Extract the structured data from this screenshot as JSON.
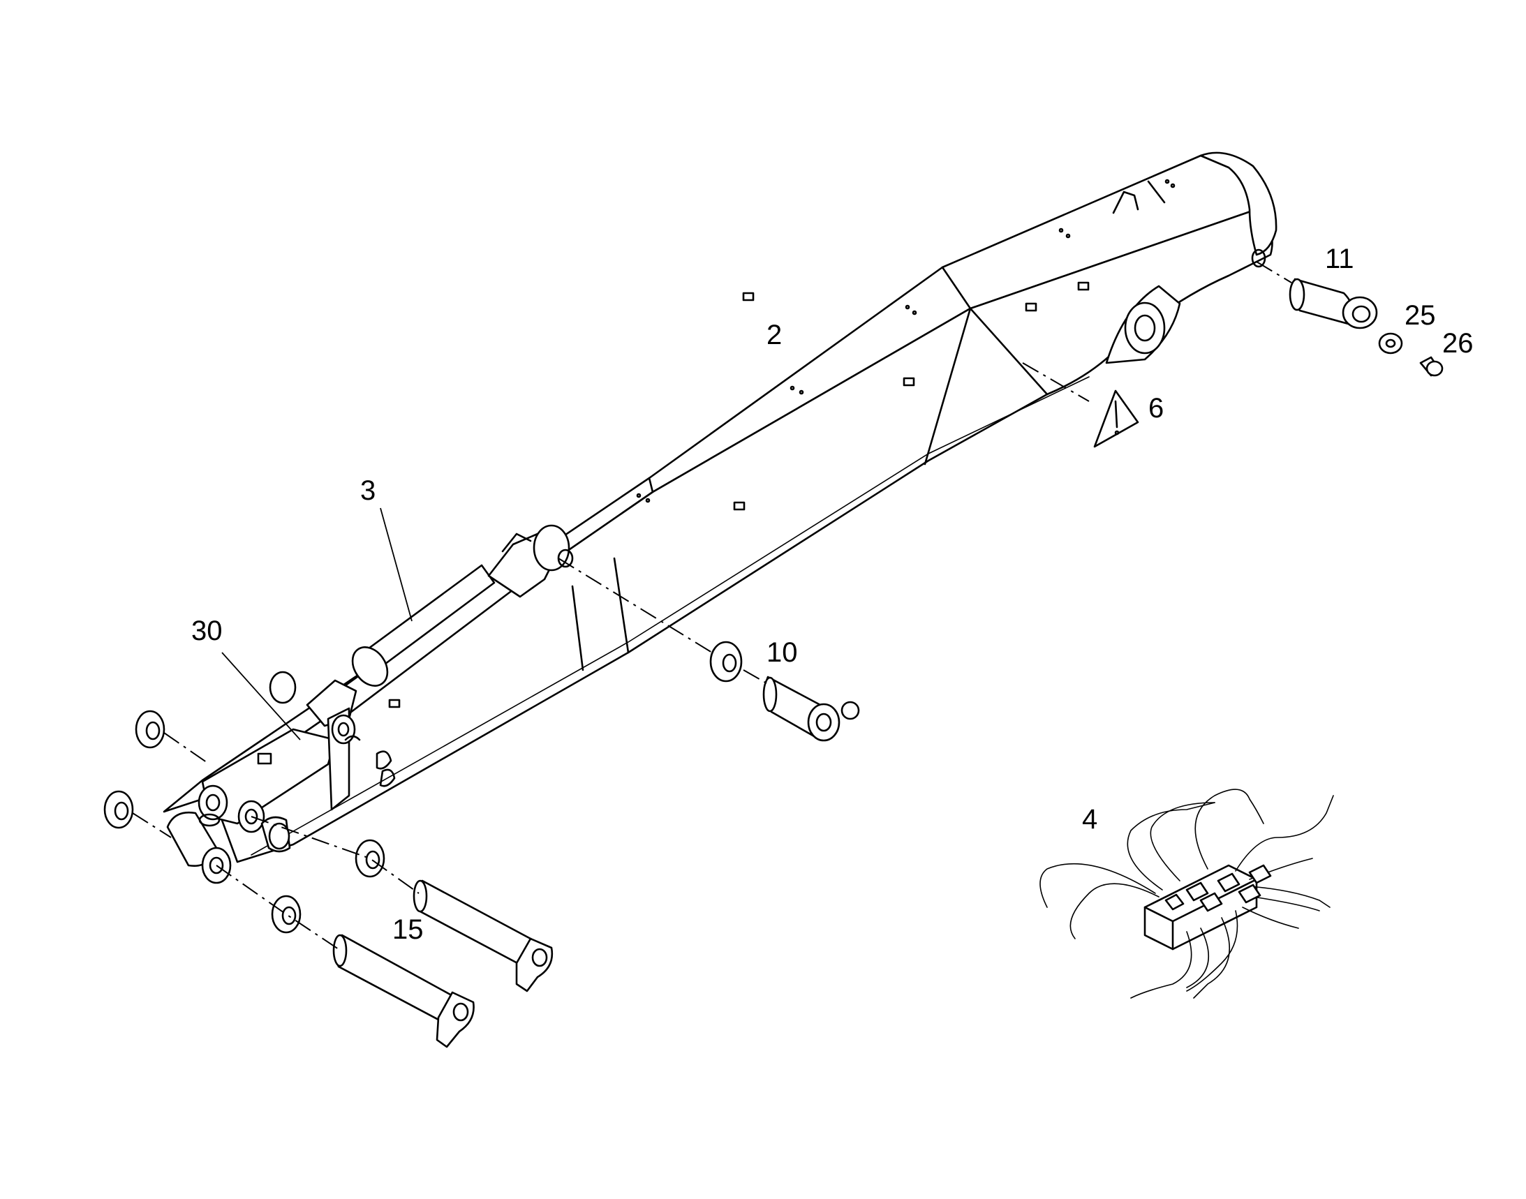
{
  "callouts": [
    {
      "id": "2",
      "text": "2"
    },
    {
      "id": "3",
      "text": "3"
    },
    {
      "id": "4",
      "text": "4"
    },
    {
      "id": "6",
      "text": "6"
    },
    {
      "id": "10",
      "text": "10"
    },
    {
      "id": "11",
      "text": "11"
    },
    {
      "id": "15",
      "text": "15"
    },
    {
      "id": "25",
      "text": "25"
    },
    {
      "id": "26",
      "text": "26"
    },
    {
      "id": "30",
      "text": "30"
    }
  ],
  "icons": {
    "warning": "warning-triangle-icon"
  }
}
